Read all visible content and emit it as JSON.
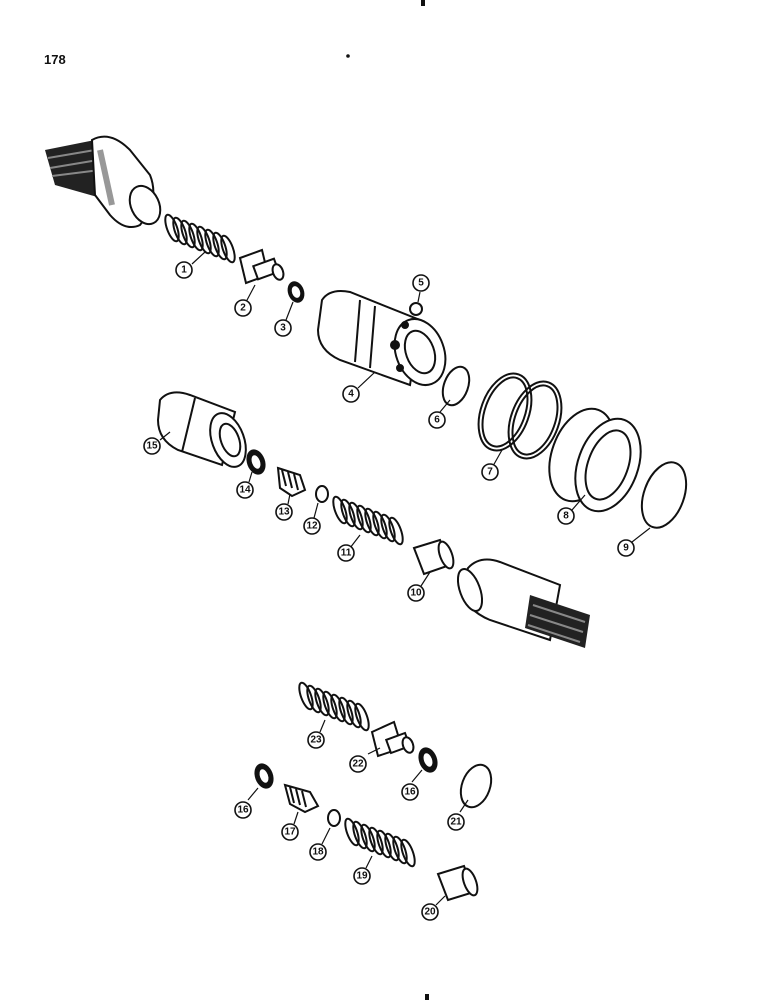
{
  "page_number": "178",
  "callouts": [
    {
      "id": "c1",
      "label": "1"
    },
    {
      "id": "c2",
      "label": "2"
    },
    {
      "id": "c3",
      "label": "3"
    },
    {
      "id": "c4",
      "label": "4"
    },
    {
      "id": "c5",
      "label": "5"
    },
    {
      "id": "c6",
      "label": "6"
    },
    {
      "id": "c7",
      "label": "7"
    },
    {
      "id": "c8",
      "label": "8"
    },
    {
      "id": "c9",
      "label": "9"
    },
    {
      "id": "c10",
      "label": "10"
    },
    {
      "id": "c11",
      "label": "11"
    },
    {
      "id": "c12",
      "label": "12"
    },
    {
      "id": "c13",
      "label": "13"
    },
    {
      "id": "c14",
      "label": "14"
    },
    {
      "id": "c15",
      "label": "15"
    },
    {
      "id": "c16a",
      "label": "16"
    },
    {
      "id": "c16b",
      "label": "16"
    },
    {
      "id": "c17",
      "label": "17"
    },
    {
      "id": "c18",
      "label": "18"
    },
    {
      "id": "c19",
      "label": "19"
    },
    {
      "id": "c20",
      "label": "20"
    },
    {
      "id": "c21",
      "label": "21"
    },
    {
      "id": "c22",
      "label": "22"
    },
    {
      "id": "c23",
      "label": "23"
    }
  ]
}
